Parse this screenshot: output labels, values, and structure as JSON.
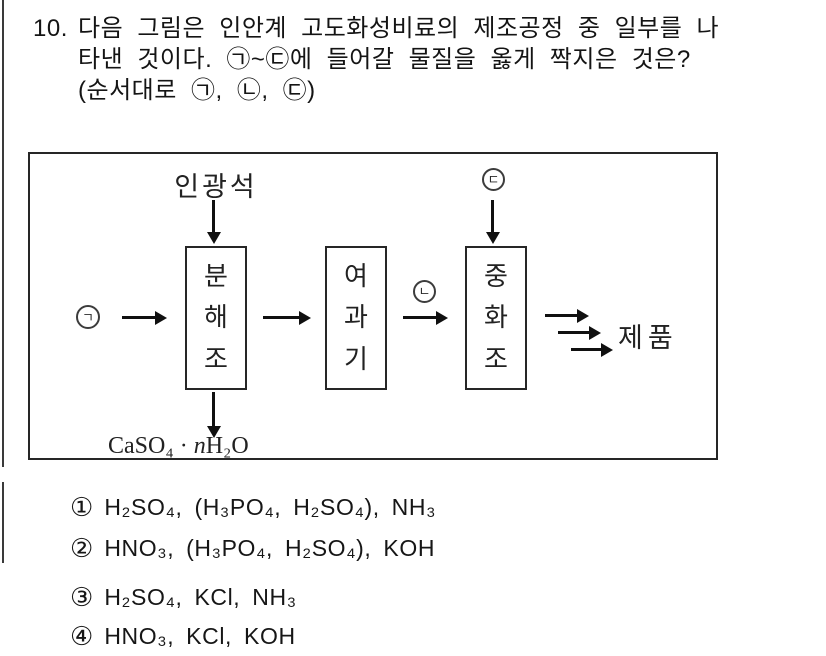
{
  "question": {
    "number": "10.",
    "lines": [
      "다음 그림은 인안계 고도화성비료의 제조공정 중 일부를 나",
      "타낸 것이다. ㉠~㉢에 들어갈 물질을 옳게 짝지은 것은?",
      "(순서대로 ㉠, ㉡, ㉢)"
    ]
  },
  "diagram": {
    "feed_label": "인광석",
    "marks": {
      "blank1": "ㄱ",
      "blank2": "ㄴ",
      "blank3": "ㄷ"
    },
    "boxes": [
      {
        "name": "decomposition-tank",
        "chars": [
          "분",
          "해",
          "조"
        ]
      },
      {
        "name": "filter-unit",
        "chars": [
          "여",
          "과",
          "기"
        ]
      },
      {
        "name": "neutralization-tank",
        "chars": [
          "중",
          "화",
          "조"
        ]
      }
    ],
    "byproduct": {
      "prefix": "CaSO₄ · ",
      "n": "n",
      "suffix": "H₂O"
    },
    "product_label": "제품"
  },
  "choices": [
    {
      "num": "①",
      "text": "H₂SO₄, (H₃PO₄, H₂SO₄), NH₃"
    },
    {
      "num": "②",
      "text": "HNO₃, (H₃PO₄, H₂SO₄), KOH"
    },
    {
      "num": "③",
      "text": "H₂SO₄, KCl, NH₃"
    },
    {
      "num": "④",
      "text": "HNO₃, KCl, KOH"
    }
  ]
}
